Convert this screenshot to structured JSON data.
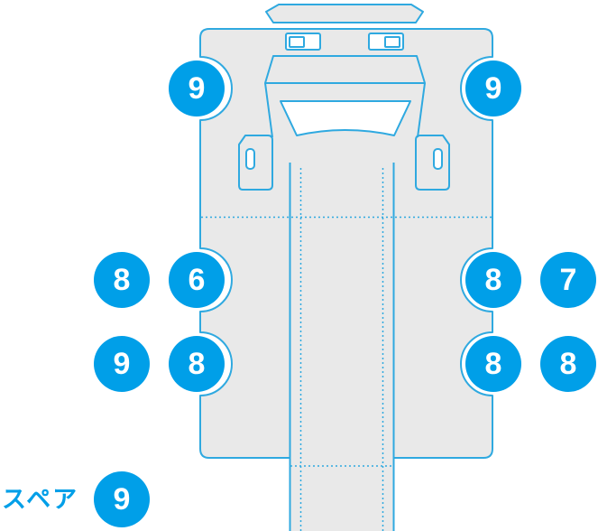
{
  "colors": {
    "accent": "#009FE8",
    "outline": "#2FA9E0",
    "body_fill": "#E9E9E9"
  },
  "spare": {
    "label": "スペア",
    "value": "9"
  },
  "tires": [
    {
      "position": "front-left",
      "value": "9"
    },
    {
      "position": "front-right",
      "value": "9"
    },
    {
      "position": "rear-axle1-left-outer",
      "value": "8"
    },
    {
      "position": "rear-axle1-left-inner",
      "value": "6"
    },
    {
      "position": "rear-axle1-right-inner",
      "value": "8"
    },
    {
      "position": "rear-axle1-right-outer",
      "value": "7"
    },
    {
      "position": "rear-axle2-left-outer",
      "value": "9"
    },
    {
      "position": "rear-axle2-left-inner",
      "value": "8"
    },
    {
      "position": "rear-axle2-right-inner",
      "value": "8"
    },
    {
      "position": "rear-axle2-right-outer",
      "value": "8"
    }
  ]
}
